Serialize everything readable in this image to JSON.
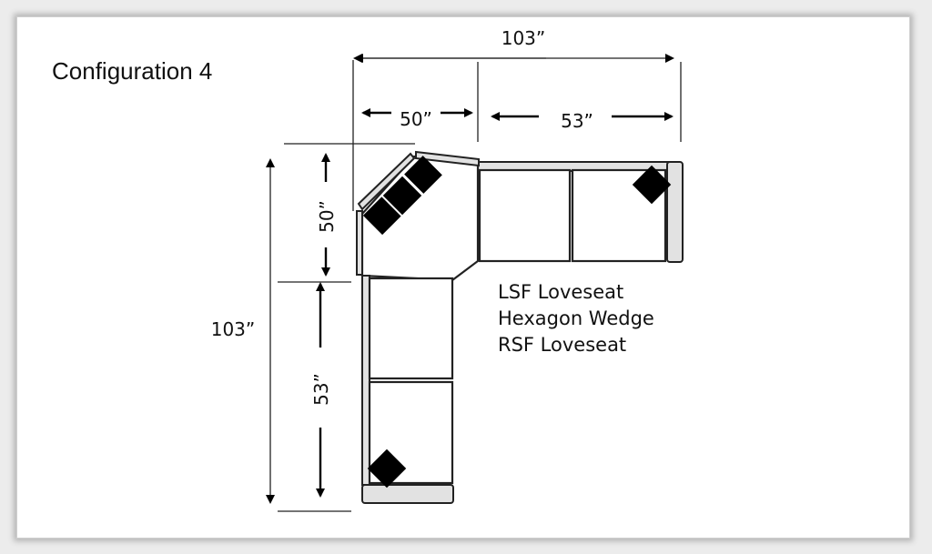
{
  "title": "Configuration 4",
  "dimensions": {
    "overall_width": "103”",
    "wedge_width": "50”",
    "loveseat_width": "53”",
    "overall_depth": "103”",
    "wedge_depth": "50”",
    "loveseat_depth": "53”"
  },
  "pieces": [
    "LSF Loveseat",
    "Hexagon Wedge",
    "RSF Loveseat"
  ]
}
